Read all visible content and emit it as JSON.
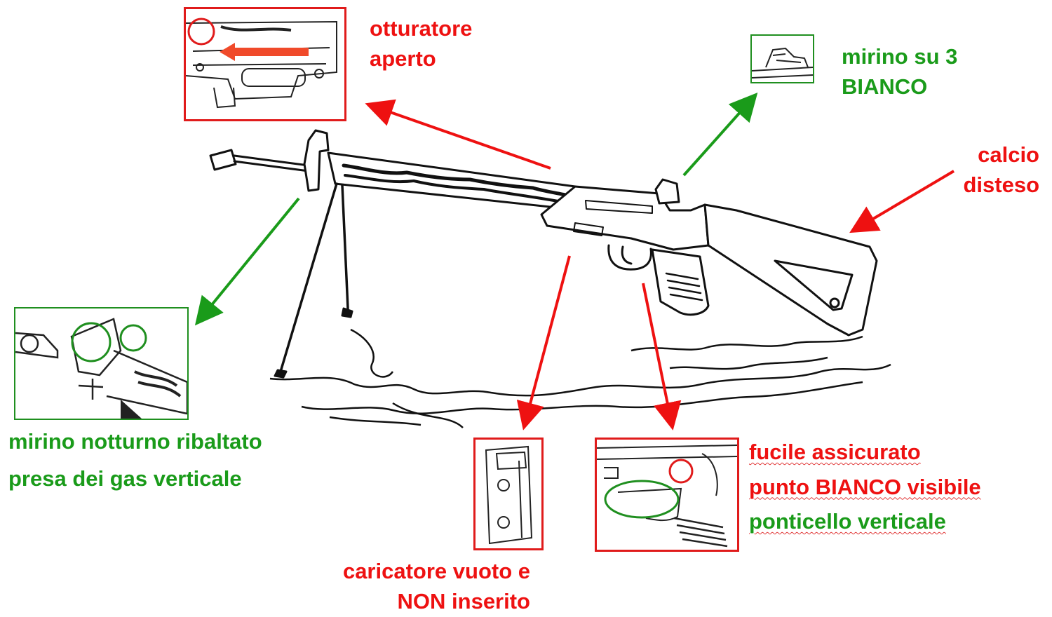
{
  "colors": {
    "red": "#ee1111",
    "green": "#1a9b1a",
    "ink": "#111111"
  },
  "labels": {
    "otturatore": [
      "otturatore",
      "aperto"
    ],
    "mirino_su_3": [
      "mirino su 3",
      "BIANCO"
    ],
    "calcio": [
      "calcio",
      "disteso"
    ],
    "mirino_notturno": [
      "mirino notturno ribaltato",
      "presa dei gas verticale"
    ],
    "caricatore": [
      "caricatore vuoto e",
      "NON inserito"
    ],
    "fucile": [
      "fucile assicurato",
      "punto BIANCO visibile",
      "ponticello verticale"
    ]
  },
  "icons": {
    "bolt_detail": "rifle-bolt-open-detail-icon",
    "sight_detail": "rear-sight-detail-icon",
    "night_sight_detail": "night-sight-gas-detail-icon",
    "magazine_detail": "empty-magazine-detail-icon",
    "safety_detail": "safety-trigger-detail-icon",
    "rifle": "assault-rifle-bipod-illustration-icon"
  }
}
